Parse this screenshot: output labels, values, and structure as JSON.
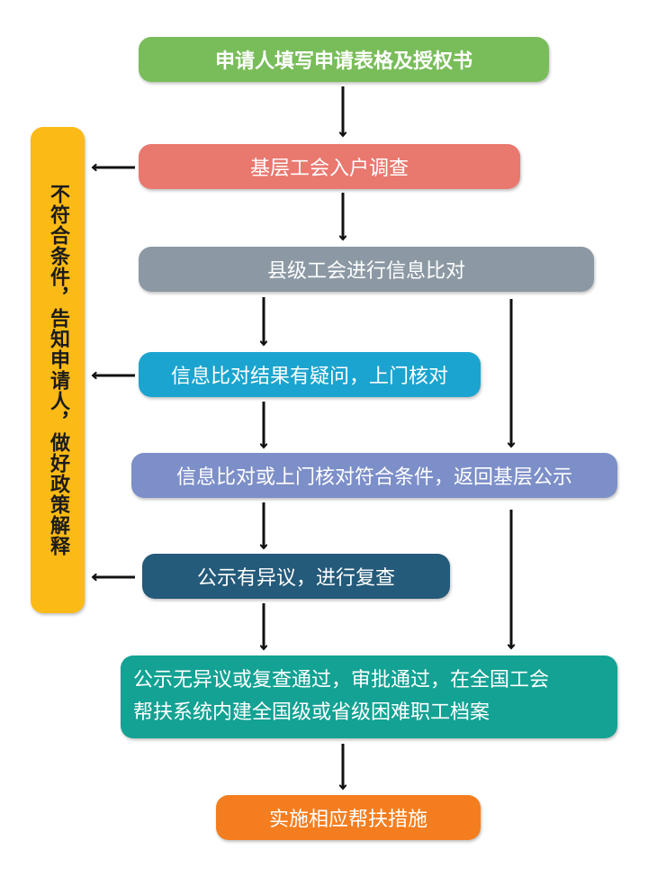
{
  "colors": {
    "step1": "#79bd5a",
    "step2": "#e9786f",
    "step3": "#8c99a4",
    "step4": "#1ba4cf",
    "step5": "#7d8fc8",
    "step6": "#245a7a",
    "step7": "#13a294",
    "step8": "#f47e1f",
    "sidebar": "#fcba16",
    "arrow": "#111111"
  },
  "steps": [
    "申请人填写申请表格及授权书",
    "基层工会入户调查",
    "县级工会进行信息比对",
    "信息比对结果有疑问，上门核对",
    "信息比对或上门核对符合条件，返回基层公示",
    "公示有异议，进行复查",
    [
      "公示无异议或复查通过，审批通过，在全国工会",
      "帮扶系统内建全国级或省级困难职工档案"
    ],
    "实施相应帮扶措施"
  ],
  "sidebar": {
    "text": "不符合条件，告知申请人，做好政策解释"
  }
}
